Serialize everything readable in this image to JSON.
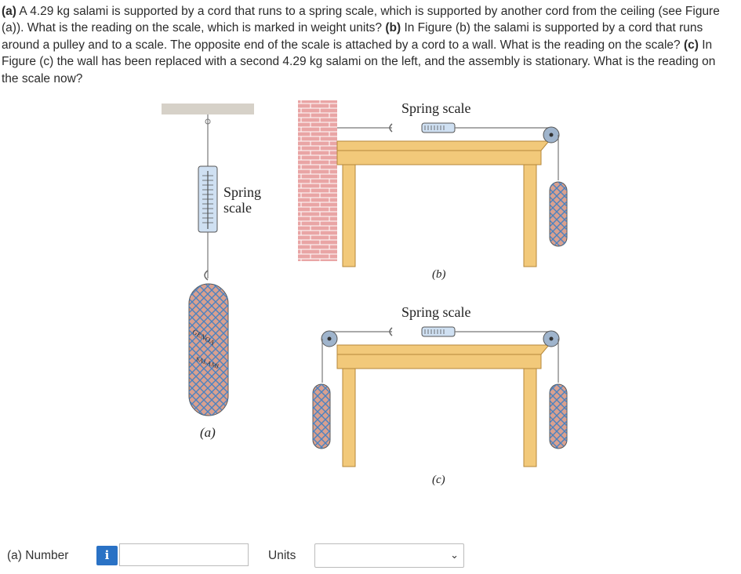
{
  "question": {
    "a_label": "(a)",
    "a_text": " A 4.29 kg salami is supported by a cord that runs to a spring scale, which is supported by another cord from the ceiling (see Figure (a)). What is the reading on the scale, which is marked in weight units? ",
    "b_label": "(b)",
    "b_text": " In Figure (b) the salami is supported by a cord that runs around a pulley and to a scale. The opposite end of the scale is attached by a cord to a wall. What is the reading on the scale? ",
    "c_label": "(c)",
    "c_text": " In Figure (c) the wall has been replaced with a second 4.29 kg salami on the left, and the assembly is stationary. What is the reading on the scale now?"
  },
  "figure": {
    "spring_label_line1": "Spring",
    "spring_label_line2": "scale",
    "spring_scale_b": "Spring scale",
    "spring_scale_c": "Spring scale",
    "caption_a": "(a)",
    "caption_b": "(b)",
    "caption_c": "(c)",
    "salami_text_1": "GENOA",
    "salami_text_2": "SALAMI"
  },
  "answer": {
    "part_label": "(a)  Number",
    "info_icon": "i",
    "number_value": "",
    "units_label": "Units",
    "units_value": "",
    "units_chevron": "⌄"
  },
  "colors": {
    "info_button": "#2a72c5",
    "table_wood": "#f2c97a",
    "brick": "#e8a3a3",
    "salami": "#d9a08f",
    "net": "#3a7fc6"
  }
}
